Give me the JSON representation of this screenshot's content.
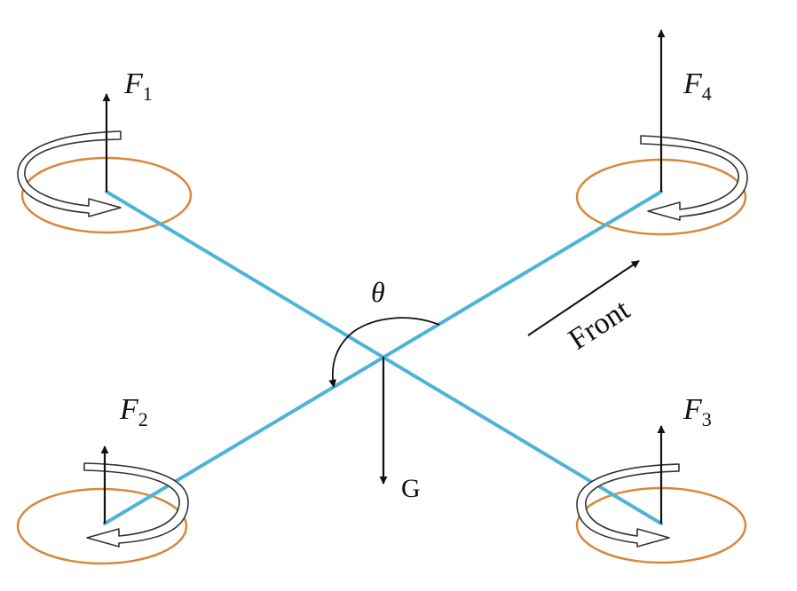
{
  "labels": {
    "f1": {
      "main": "F",
      "sub": "1"
    },
    "f2": {
      "main": "F",
      "sub": "2"
    },
    "f3": {
      "main": "F",
      "sub": "3"
    },
    "f4": {
      "main": "F",
      "sub": "4"
    },
    "theta": "θ",
    "gravity": "G",
    "front": "Front"
  },
  "colors": {
    "arm": "#4fb3d9",
    "rotor": "#d9873a",
    "arrow": "#111111"
  }
}
